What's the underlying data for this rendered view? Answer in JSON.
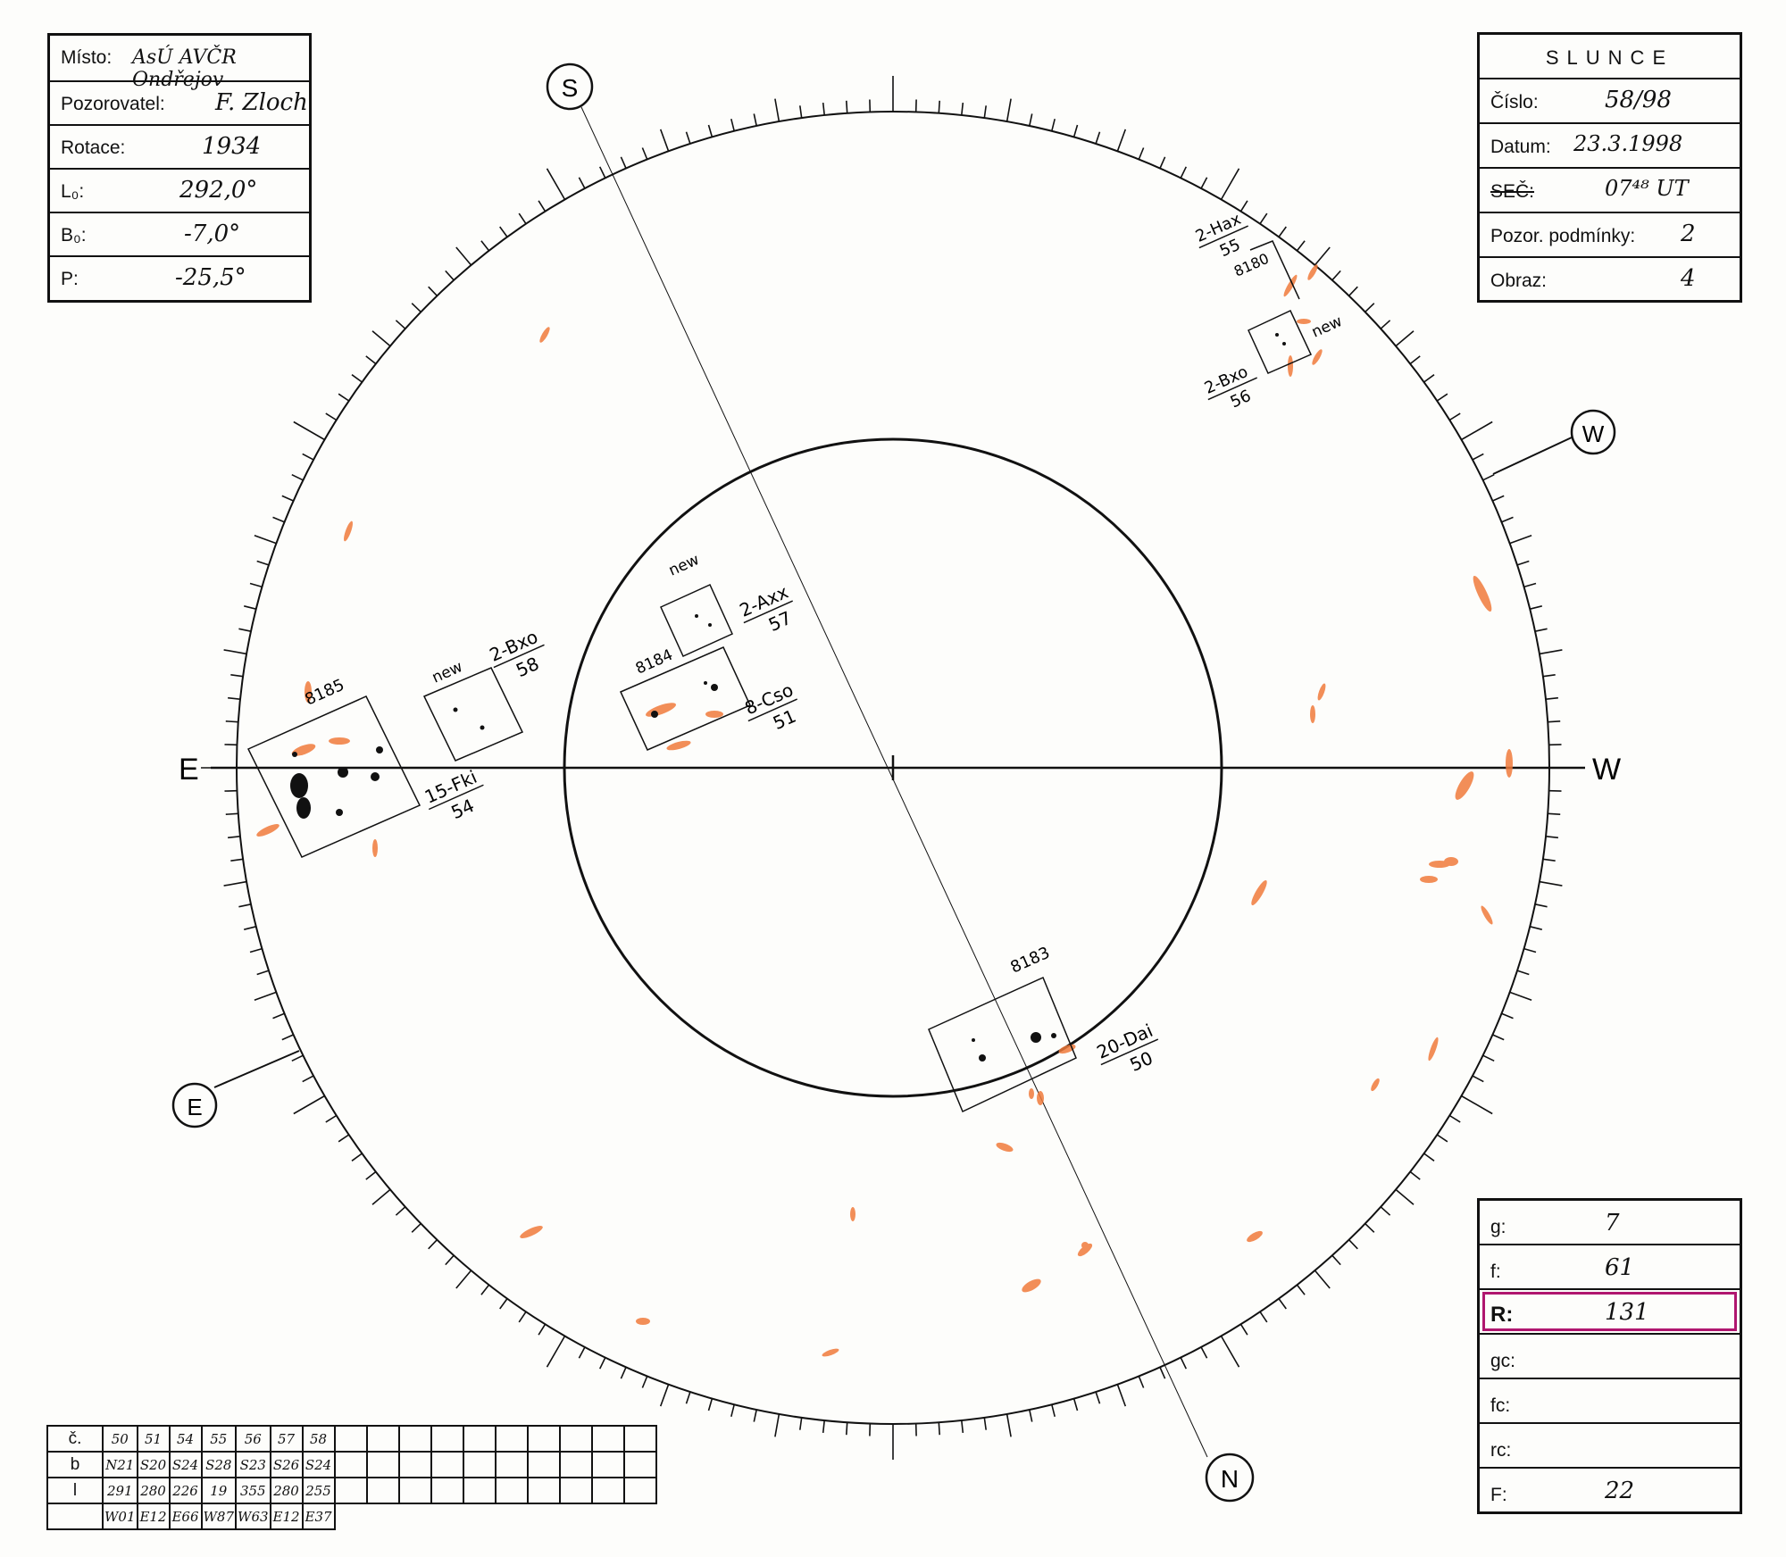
{
  "observatory_box": {
    "site_label": "Místo:",
    "site_value": "AsÚ AVČR Ondřejov",
    "observer_label": "Pozorovatel:",
    "observer_value": "F. Zloch",
    "rotation_label": "Rotace:",
    "rotation_value": "1934",
    "l0_label": "L₀:",
    "l0_value": "292,0°",
    "b0_label": "B₀:",
    "b0_value": "-7,0°",
    "p_label": "P:",
    "p_value": "-25,5°"
  },
  "sun_box": {
    "title": "SLUNCE",
    "number_label": "Číslo:",
    "number_value": "58/98",
    "date_label": "Datum:",
    "date_value": "23.3.1998",
    "time_label": "SEČ:",
    "time_value": "07⁴⁸ UT",
    "conditions_label": "Pozor. podmínky:",
    "conditions_value": "2",
    "image_label": "Obraz:",
    "image_value": "4"
  },
  "counts_box": {
    "g_label": "g:",
    "g_value": "7",
    "f_label": "f:",
    "f_value": "61",
    "r_label": "R:",
    "r_value": "131",
    "gc_label": "gc:",
    "gc_value": "",
    "fc_label": "fc:",
    "fc_value": "",
    "rc_label": "rc:",
    "rc_value": "",
    "F_label": "F:",
    "F_value": "22"
  },
  "group_table": {
    "row_labels": [
      "č.",
      "b",
      "l",
      ""
    ],
    "numbers": [
      "50",
      "51",
      "54",
      "55",
      "56",
      "57",
      "58"
    ],
    "latitudes": [
      "N21",
      "S20",
      "S24",
      "S28",
      "S23",
      "S26",
      "S24"
    ],
    "longitudes": [
      "291",
      "280",
      "226",
      "19",
      "355",
      "280",
      "255"
    ],
    "cmd": [
      "W01",
      "E12",
      "E66",
      "W87",
      "W63",
      "E12",
      "E37"
    ]
  },
  "disk": {
    "direction_labels": {
      "east": "E",
      "west": "W",
      "south_circle": "S",
      "west_circle": "W",
      "east_circle": "E",
      "north_circle": "N"
    },
    "groups": [
      {
        "noaa": "8185",
        "class": "15-Fki",
        "number": "54"
      },
      {
        "noaa": "",
        "tag": "new",
        "class": "2-Bxo",
        "number": "58"
      },
      {
        "noaa": "8184",
        "class": "8-Cso",
        "number": "51"
      },
      {
        "noaa": "",
        "tag": "new",
        "class": "2-Axx",
        "number": "57"
      },
      {
        "noaa": "8183",
        "class": "20-Dai",
        "number": "50"
      },
      {
        "noaa": "8180",
        "class": "2-Hax",
        "number": "55"
      },
      {
        "noaa": "",
        "tag": "new",
        "class": "2-Bxo",
        "number": "56"
      }
    ]
  },
  "colors": {
    "ink": "#111111",
    "faculae": "#f07a3a",
    "highlight": "#b0166f"
  }
}
